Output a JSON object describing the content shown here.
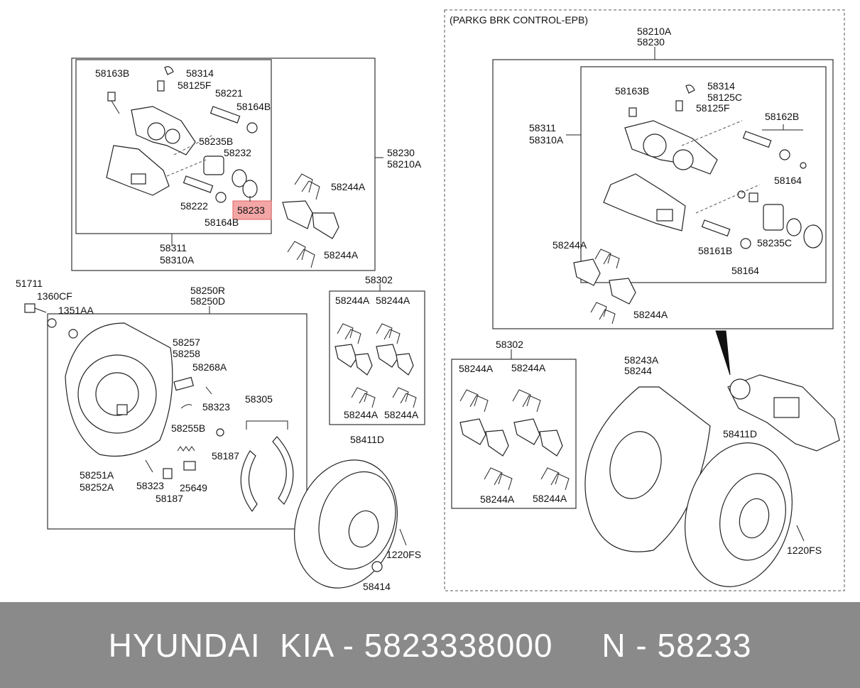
{
  "diagram": {
    "epb_title": "(PARKG BRK CONTROL-EPB)",
    "labels": {
      "l_58163B_a": "58163B",
      "l_58314_a": "58314",
      "l_58125F_a": "58125F",
      "l_58221": "58221",
      "l_58164B_a": "58164B",
      "l_58235B": "58235B",
      "l_58232": "58232",
      "l_58222": "58222",
      "l_58233": "58233",
      "l_58164B_b": "58164B",
      "l_58311_a": "58311",
      "l_58310A_a": "58310A",
      "l_58244A_1": "58244A",
      "l_58244A_2": "58244A",
      "l_58230_a": "58230",
      "l_58210A_a": "58210A",
      "l_51711": "51711",
      "l_1360CF": "1360CF",
      "l_1351AA": "1351AA",
      "l_58250R": "58250R",
      "l_58250D": "58250D",
      "l_58257": "58257",
      "l_58258": "58258",
      "l_58268A": "58268A",
      "l_58323_a": "58323",
      "l_58255B": "58255B",
      "l_58187_a": "58187",
      "l_58323_b": "58323",
      "l_25649": "25649",
      "l_58187_b": "58187",
      "l_58251A": "58251A",
      "l_58252A": "58252A",
      "l_58305": "58305",
      "l_58302_a": "58302",
      "l_58244A_3": "58244A",
      "l_58244A_4": "58244A",
      "l_58244A_5": "58244A",
      "l_58244A_6": "58244A",
      "l_58411D_a": "58411D",
      "l_1220FS_a": "1220FS",
      "l_58414": "58414",
      "l_58210A_b": "58210A",
      "l_58230_b": "58230",
      "l_58163B_b": "58163B",
      "l_58314_b": "58314",
      "l_58125C": "58125C",
      "l_58125F_b": "58125F",
      "l_58162B": "58162B",
      "l_58311_b": "58311",
      "l_58310A_b": "58310A",
      "l_58164_a": "58164",
      "l_58244A_7": "58244A",
      "l_58161B": "58161B",
      "l_58235C": "58235C",
      "l_58164_b": "58164",
      "l_58244A_8": "58244A",
      "l_58302_b": "58302",
      "l_58244A_9": "58244A",
      "l_58244A_10": "58244A",
      "l_58244A_11": "58244A",
      "l_58244A_12": "58244A",
      "l_58243A": "58243A",
      "l_58244": "58244",
      "l_58411D_b": "58411D",
      "l_1220FS_b": "1220FS"
    }
  },
  "colors": {
    "highlight_fill": "#f4a6a6",
    "highlight_stroke": "#e06060",
    "footer_bg": "#8a8a8a",
    "footer_text": "#ffffff"
  },
  "footer": {
    "text": "HYUNDAI  KIA - 5823338000     N - 58233"
  }
}
